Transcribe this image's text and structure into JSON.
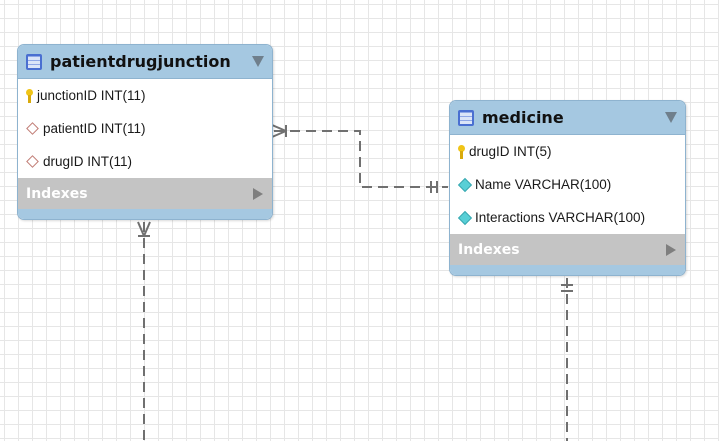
{
  "diagram": {
    "tables": [
      {
        "name": "patientdrugjunction",
        "columns": [
          {
            "label": "junctionID INT(11)",
            "icon": "primary-key-icon"
          },
          {
            "label": "patientID INT(11)",
            "icon": "foreign-key-icon"
          },
          {
            "label": "drugID INT(11)",
            "icon": "foreign-key-icon"
          }
        ],
        "indexes_label": "Indexes"
      },
      {
        "name": "medicine",
        "columns": [
          {
            "label": "drugID INT(5)",
            "icon": "primary-key-icon"
          },
          {
            "label": "Name VARCHAR(100)",
            "icon": "not-null-column-icon"
          },
          {
            "label": "Interactions VARCHAR(100)",
            "icon": "not-null-column-icon"
          }
        ],
        "indexes_label": "Indexes"
      }
    ],
    "relationships": [
      {
        "from": "patientdrugjunction",
        "to": "medicine",
        "from_cardinality": "many",
        "to_cardinality": "one"
      },
      {
        "from": "patientdrugjunction",
        "to": "offscreen-below",
        "from_cardinality": "many"
      },
      {
        "from": "medicine",
        "to": "offscreen-below",
        "from_cardinality": "one"
      }
    ],
    "colors": {
      "header": "#a5c8e1",
      "indexes_bar": "#c4c4c4",
      "connector": "#707070",
      "grid": "#e6e6e6"
    }
  }
}
